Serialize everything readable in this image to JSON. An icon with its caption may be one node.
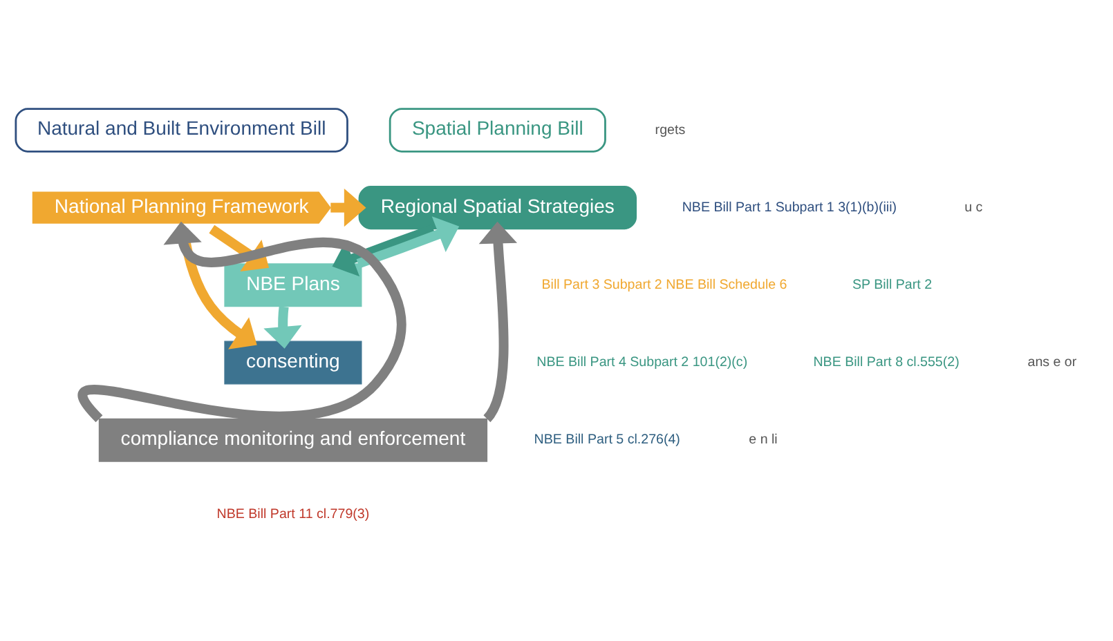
{
  "diagram": {
    "nodes": [
      {
        "text": [
          "Natural and Built Environment Bill"
        ]
      },
      {
        "text": [
          "Spatial Planning Bill"
        ]
      },
      {
        "text": [
          "National Planning Framework"
        ]
      },
      {
        "text": [
          "Regional Spatial Strategies"
        ]
      },
      {
        "text": [
          "NBE Plans"
        ]
      },
      {
        "text": [
          "consenting"
        ]
      },
      {
        "text": [
          "compliance monitoring and enforcement"
        ]
      }
    ],
    "edges": [
      {
        "from": 2,
        "to": 3,
        "arrow": "to",
        "color": "#f0a830"
      },
      {
        "from": 2,
        "to": 4,
        "arrow": "to",
        "color": "#f0a830"
      },
      {
        "from": 2,
        "to": 5,
        "arrow": "to",
        "color": "#f0a830"
      },
      {
        "from": 3,
        "to": 4,
        "arrow": "to",
        "color": "#3a9682"
      },
      {
        "from": 4,
        "to": 3,
        "arrow": "to",
        "color": "#72c8b8"
      },
      {
        "from": 4,
        "to": 5,
        "arrow": "to",
        "color": "#72c8b8"
      },
      {
        "from": 6,
        "to": 2,
        "arrow": "to",
        "color": "#808080"
      },
      {
        "from": 6,
        "to": 3,
        "arrow": "to",
        "color": "#808080"
      }
    ],
    "labels": [
      "rgets",
      "NBE Bill Part 1 Subpart 1 3(1)(b)(iii)",
      "u c",
      "Bill Part 3 Subpart 2 NBE Bill Schedule 6",
      "SP Bill Part 2",
      "NBE Bill Part 4 Subpart 2 101(2)(c)",
      "NBE Bill Part 8 cl.555(2)",
      "ans e or",
      "NBE Bill Part 5 cl.276(4)",
      "e n li",
      "NBE Bill Part 11 cl.779(3)"
    ]
  }
}
